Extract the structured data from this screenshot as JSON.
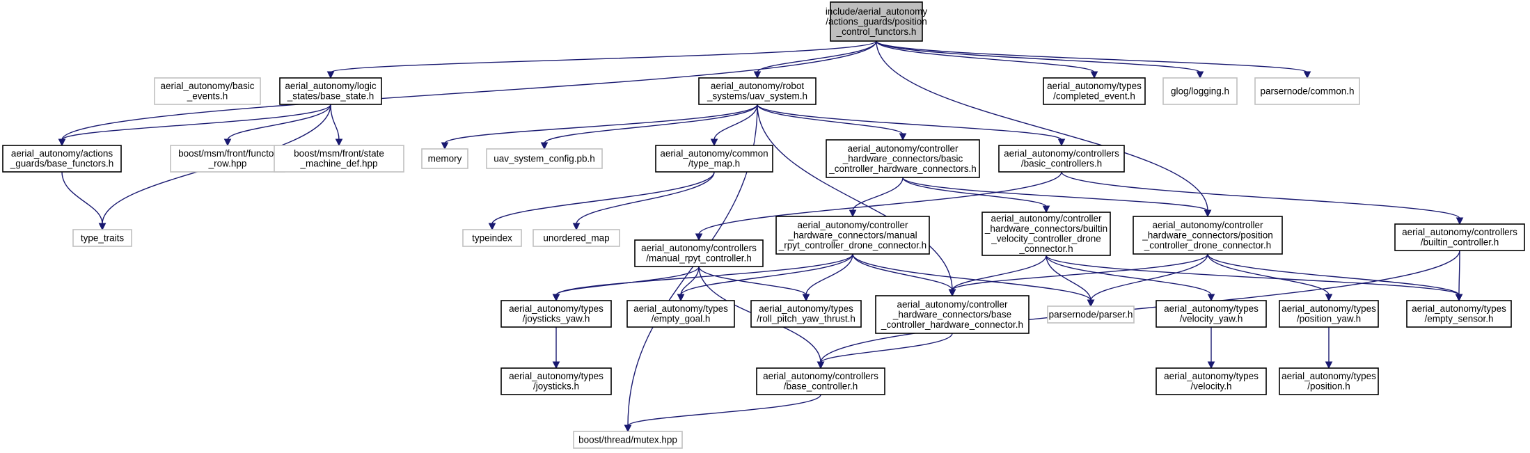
{
  "colors": {
    "edge": "#191970",
    "root_fill": "#bfbfbf",
    "external_border": "#bfbfbf",
    "node_border": "#000000"
  },
  "nodes": [
    {
      "id": "root",
      "kind": "root",
      "lines": [
        "include/aerial_autonomy",
        "/actions_guards/position",
        "_control_functors.h"
      ]
    },
    {
      "id": "basic_events",
      "kind": "ext",
      "lines": [
        "aerial_autonomy/basic",
        "_events.h"
      ]
    },
    {
      "id": "base_state",
      "kind": "doc",
      "lines": [
        "aerial_autonomy/logic",
        "_states/base_state.h"
      ]
    },
    {
      "id": "uav_system",
      "kind": "doc",
      "lines": [
        "aerial_autonomy/robot",
        "_systems/uav_system.h"
      ]
    },
    {
      "id": "completed_event",
      "kind": "doc",
      "lines": [
        "aerial_autonomy/types",
        "/completed_event.h"
      ]
    },
    {
      "id": "glog",
      "kind": "ext",
      "lines": [
        "glog/logging.h"
      ]
    },
    {
      "id": "parsernode_common",
      "kind": "ext",
      "lines": [
        "parsernode/common.h"
      ]
    },
    {
      "id": "base_functors",
      "kind": "doc",
      "lines": [
        "aerial_autonomy/actions",
        "_guards/base_functors.h"
      ]
    },
    {
      "id": "functor_row",
      "kind": "ext",
      "lines": [
        "boost/msm/front/functor",
        "_row.hpp"
      ]
    },
    {
      "id": "state_machine_def",
      "kind": "ext",
      "lines": [
        "boost/msm/front/state",
        "_machine_def.hpp"
      ]
    },
    {
      "id": "memory",
      "kind": "ext",
      "lines": [
        "memory"
      ]
    },
    {
      "id": "uav_system_config",
      "kind": "ext",
      "lines": [
        "uav_system_config.pb.h"
      ]
    },
    {
      "id": "type_map",
      "kind": "doc",
      "lines": [
        "aerial_autonomy/common",
        "/type_map.h"
      ]
    },
    {
      "id": "basic_ctrl_hw",
      "kind": "doc",
      "lines": [
        "aerial_autonomy/controller",
        "_hardware_connectors/basic",
        "_controller_hardware_connectors.h"
      ]
    },
    {
      "id": "basic_controllers",
      "kind": "doc",
      "lines": [
        "aerial_autonomy/controllers",
        "/basic_controllers.h"
      ]
    },
    {
      "id": "type_traits",
      "kind": "ext",
      "lines": [
        "type_traits"
      ]
    },
    {
      "id": "typeindex",
      "kind": "ext",
      "lines": [
        "typeindex"
      ]
    },
    {
      "id": "unordered_map",
      "kind": "ext",
      "lines": [
        "unordered_map"
      ]
    },
    {
      "id": "manual_rpyt_controller",
      "kind": "doc",
      "lines": [
        "aerial_autonomy/controllers",
        "/manual_rpyt_controller.h"
      ]
    },
    {
      "id": "manual_rpyt_connector",
      "kind": "doc",
      "lines": [
        "aerial_autonomy/controller",
        "_hardware_connectors/manual",
        "_rpyt_controller_drone_connector.h"
      ]
    },
    {
      "id": "builtin_velocity_connector",
      "kind": "doc",
      "lines": [
        "aerial_autonomy/controller",
        "_hardware_connectors/builtin",
        "_velocity_controller_drone",
        "_connector.h"
      ]
    },
    {
      "id": "position_connector",
      "kind": "doc",
      "lines": [
        "aerial_autonomy/controller",
        "_hardware_connectors/position",
        "_controller_drone_connector.h"
      ]
    },
    {
      "id": "builtin_controller",
      "kind": "doc",
      "lines": [
        "aerial_autonomy/controllers",
        "/builtin_controller.h"
      ]
    },
    {
      "id": "joysticks_yaw",
      "kind": "doc",
      "lines": [
        "aerial_autonomy/types",
        "/joysticks_yaw.h"
      ]
    },
    {
      "id": "empty_goal",
      "kind": "doc",
      "lines": [
        "aerial_autonomy/types",
        "/empty_goal.h"
      ]
    },
    {
      "id": "roll_pitch_yaw_thrust",
      "kind": "doc",
      "lines": [
        "aerial_autonomy/types",
        "/roll_pitch_yaw_thrust.h"
      ]
    },
    {
      "id": "base_ctrl_hw",
      "kind": "doc",
      "lines": [
        "aerial_autonomy/controller",
        "_hardware_connectors/base",
        "_controller_hardware_connector.h"
      ]
    },
    {
      "id": "parser",
      "kind": "ext",
      "lines": [
        "parsernode/parser.h"
      ]
    },
    {
      "id": "velocity_yaw",
      "kind": "doc",
      "lines": [
        "aerial_autonomy/types",
        "/velocity_yaw.h"
      ]
    },
    {
      "id": "position_yaw",
      "kind": "doc",
      "lines": [
        "aerial_autonomy/types",
        "/position_yaw.h"
      ]
    },
    {
      "id": "empty_sensor",
      "kind": "doc",
      "lines": [
        "aerial_autonomy/types",
        "/empty_sensor.h"
      ]
    },
    {
      "id": "joysticks",
      "kind": "doc",
      "lines": [
        "aerial_autonomy/types",
        "/joysticks.h"
      ]
    },
    {
      "id": "base_controller",
      "kind": "doc",
      "lines": [
        "aerial_autonomy/controllers",
        "/base_controller.h"
      ]
    },
    {
      "id": "velocity",
      "kind": "doc",
      "lines": [
        "aerial_autonomy/types",
        "/velocity.h"
      ]
    },
    {
      "id": "position",
      "kind": "doc",
      "lines": [
        "aerial_autonomy/types",
        "/position.h"
      ]
    },
    {
      "id": "mutex",
      "kind": "ext",
      "lines": [
        "boost/thread/mutex.hpp"
      ]
    }
  ],
  "edges": [
    [
      "root",
      "base_functors"
    ],
    [
      "root",
      "base_state"
    ],
    [
      "root",
      "uav_system"
    ],
    [
      "root",
      "completed_event"
    ],
    [
      "root",
      "glog"
    ],
    [
      "root",
      "parsernode_common"
    ],
    [
      "root",
      "position_connector"
    ],
    [
      "base_state",
      "base_functors"
    ],
    [
      "base_state",
      "type_traits"
    ],
    [
      "base_state",
      "functor_row"
    ],
    [
      "base_state",
      "state_machine_def"
    ],
    [
      "base_functors",
      "type_traits"
    ],
    [
      "uav_system",
      "memory"
    ],
    [
      "uav_system",
      "uav_system_config"
    ],
    [
      "uav_system",
      "type_map"
    ],
    [
      "uav_system",
      "basic_ctrl_hw"
    ],
    [
      "uav_system",
      "basic_controllers"
    ],
    [
      "uav_system",
      "mutex"
    ],
    [
      "uav_system",
      "base_ctrl_hw"
    ],
    [
      "type_map",
      "typeindex"
    ],
    [
      "type_map",
      "unordered_map"
    ],
    [
      "basic_ctrl_hw",
      "manual_rpyt_connector"
    ],
    [
      "basic_ctrl_hw",
      "builtin_velocity_connector"
    ],
    [
      "basic_ctrl_hw",
      "position_connector"
    ],
    [
      "basic_controllers",
      "manual_rpyt_controller"
    ],
    [
      "basic_controllers",
      "builtin_controller"
    ],
    [
      "manual_rpyt_controller",
      "joysticks_yaw"
    ],
    [
      "manual_rpyt_controller",
      "empty_goal"
    ],
    [
      "manual_rpyt_controller",
      "roll_pitch_yaw_thrust"
    ],
    [
      "manual_rpyt_controller",
      "base_controller"
    ],
    [
      "manual_rpyt_connector",
      "joysticks_yaw"
    ],
    [
      "manual_rpyt_connector",
      "empty_goal"
    ],
    [
      "manual_rpyt_connector",
      "roll_pitch_yaw_thrust"
    ],
    [
      "manual_rpyt_connector",
      "base_ctrl_hw"
    ],
    [
      "manual_rpyt_connector",
      "parser"
    ],
    [
      "builtin_velocity_connector",
      "base_ctrl_hw"
    ],
    [
      "builtin_velocity_connector",
      "parser"
    ],
    [
      "builtin_velocity_connector",
      "velocity_yaw"
    ],
    [
      "builtin_velocity_connector",
      "empty_sensor"
    ],
    [
      "position_connector",
      "base_ctrl_hw"
    ],
    [
      "position_connector",
      "parser"
    ],
    [
      "position_connector",
      "position_yaw"
    ],
    [
      "position_connector",
      "empty_sensor"
    ],
    [
      "builtin_controller",
      "empty_sensor"
    ],
    [
      "builtin_controller",
      "base_controller"
    ],
    [
      "joysticks_yaw",
      "joysticks"
    ],
    [
      "base_ctrl_hw",
      "base_controller"
    ],
    [
      "velocity_yaw",
      "velocity"
    ],
    [
      "position_yaw",
      "position"
    ],
    [
      "base_controller",
      "mutex"
    ]
  ]
}
